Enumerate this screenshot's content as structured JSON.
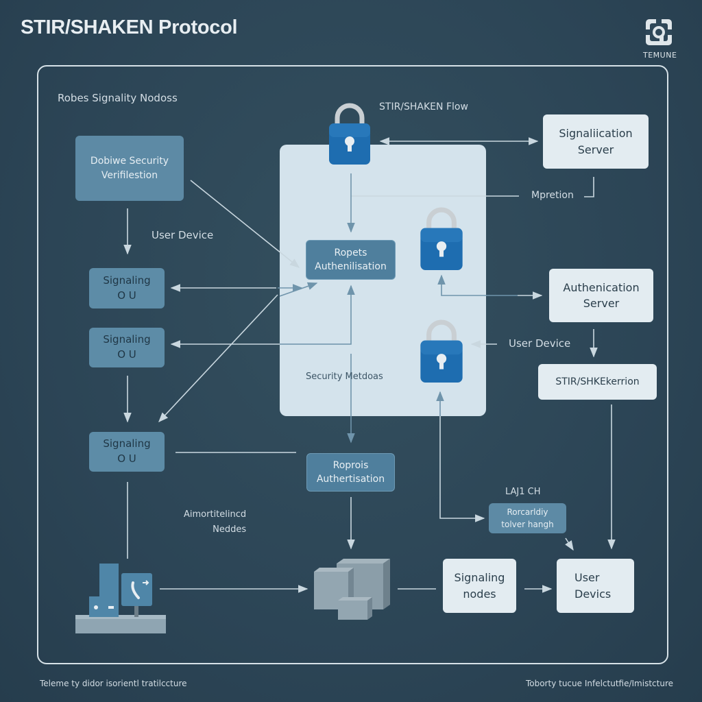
{
  "header": {
    "title": "STIR/SHAKEN Protocol",
    "logo_text": "TEMUNE"
  },
  "labels": {
    "section_title": "Robes Signality Nodoss",
    "flow_title": "STIR/SHAKEN Flow",
    "user_device_left": "User Device",
    "mpretion": "Mpretion",
    "user_device_right": "User Device",
    "security_metdoas": "Security Metdoas",
    "authenticated_nodes": "Aimortitelincd\nNeddes",
    "last_ch": "LAJ1 CH"
  },
  "nodes": {
    "device_security": "Dobiwe Security\nVerifilestion",
    "signaling_1": "Signaling\nO U",
    "signaling_2": "Signaling\nO U",
    "signaling_3": "Signaling\nO U",
    "auth_top": "Ropets\nAuthenilisation",
    "auth_bottom": "Roprois\nAuthertisation",
    "signalication_server": "Signaliication\nServer",
    "authentication_server": "Authenication\nServer",
    "stir_shaken_box": "STIR/SHKEkerrion",
    "recently_box": "Rorcarldiy\ntolver hangh",
    "signaling_nodes": "Signaling\nnodes",
    "user_devices": "User\nDevics"
  },
  "footer": {
    "left": "Teleme ty didor isorientl tratilccture",
    "right": "Toborty tucue Infelctutfie/Imistcture"
  },
  "colors": {
    "background": "#2c4556",
    "panel": "#d4e3ec",
    "lock_blue": "#1e6db0",
    "node_mid": "#5d8aa5",
    "node_light": "#e3ecf1",
    "wire": "#c9d7df"
  }
}
